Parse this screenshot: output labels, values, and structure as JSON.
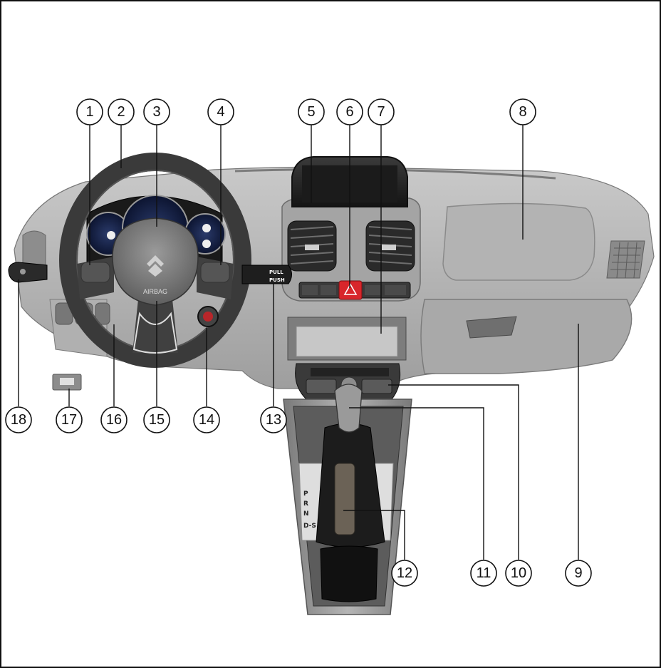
{
  "diagram": {
    "airbag_text": "AIRBAG",
    "pull_text": "PULL",
    "push_text": "PUSH",
    "gear_positions": [
      "P",
      "R",
      "N",
      "D-S"
    ]
  },
  "callouts": [
    {
      "id": 1,
      "label": "1"
    },
    {
      "id": 2,
      "label": "2"
    },
    {
      "id": 3,
      "label": "3"
    },
    {
      "id": 4,
      "label": "4"
    },
    {
      "id": 5,
      "label": "5"
    },
    {
      "id": 6,
      "label": "6"
    },
    {
      "id": 7,
      "label": "7"
    },
    {
      "id": 8,
      "label": "8"
    },
    {
      "id": 9,
      "label": "9"
    },
    {
      "id": 10,
      "label": "10"
    },
    {
      "id": 11,
      "label": "11"
    },
    {
      "id": 12,
      "label": "12"
    },
    {
      "id": 13,
      "label": "13"
    },
    {
      "id": 14,
      "label": "14"
    },
    {
      "id": 15,
      "label": "15"
    },
    {
      "id": 16,
      "label": "16"
    },
    {
      "id": 17,
      "label": "17"
    },
    {
      "id": 18,
      "label": "18"
    }
  ]
}
